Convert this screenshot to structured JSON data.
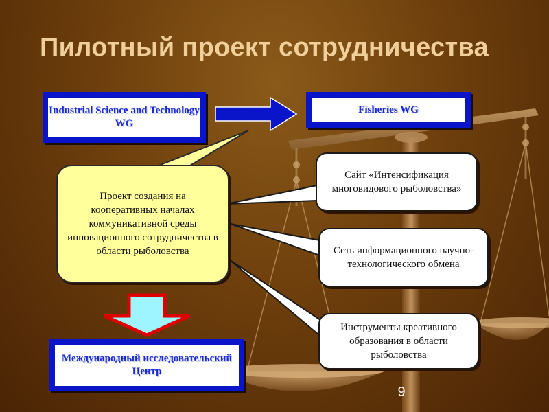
{
  "title": "Пилотный проект сотрудничества",
  "boxes": {
    "industrial": "Industrial Science and Technology WG",
    "fisheries": "Fisheries WG",
    "center": "Международный исследовательский Центр"
  },
  "main_bubble": "Проект создания на кооперативных началах коммуникативной среды инновационного сотрудничества в области рыболовства",
  "callouts": [
    "Сайт «Интенсификация многовидового рыболовства»",
    "Сеть информационного научно-технологического обмена",
    "Инструменты креативного образования в области рыболовства"
  ],
  "page_number": "9",
  "colors": {
    "frame_blue": "#0a14c8",
    "bubble_yellow": "#ffff9c",
    "arrow_red": "#e00000",
    "title": "#f0cf9a"
  }
}
